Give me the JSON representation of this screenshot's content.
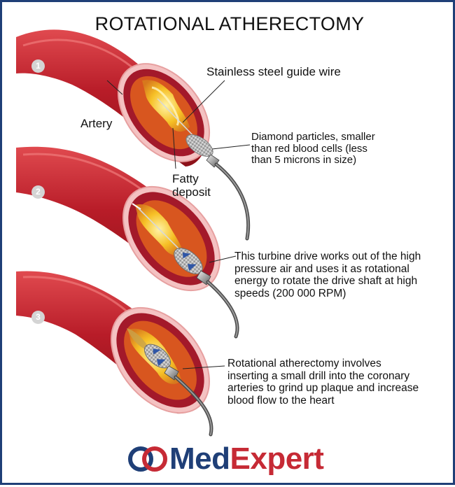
{
  "title": "ROTATIONAL ATHERECTOMY",
  "steps": [
    "1",
    "2",
    "3"
  ],
  "labels": {
    "guide_wire": "Stainless steel guide wire",
    "artery": "Artery",
    "fatty_deposit": [
      "Fatty",
      "deposit"
    ],
    "diamond": [
      "Diamond particles, smaller",
      "than red blood cells (less",
      "than 5 microns in size)"
    ],
    "turbine": [
      "This turbine drive works out of the high",
      "pressure air and uses it as rotational",
      "energy to rotate the drive shaft at high",
      "speeds (200 000 RPM)"
    ],
    "procedure": [
      "Rotational atherectomy involves",
      "inserting a small drill into the coronary",
      "arteries to grind up plaque and increase",
      "blood flow to the heart"
    ]
  },
  "brand": {
    "part1": "Med",
    "part2": "Expert"
  },
  "colors": {
    "border": "#1f3f77",
    "artery": "#b71f2b",
    "brand_blue": "#1f3f77",
    "brand_red": "#c62a35",
    "plaque": "#f2b31c"
  }
}
